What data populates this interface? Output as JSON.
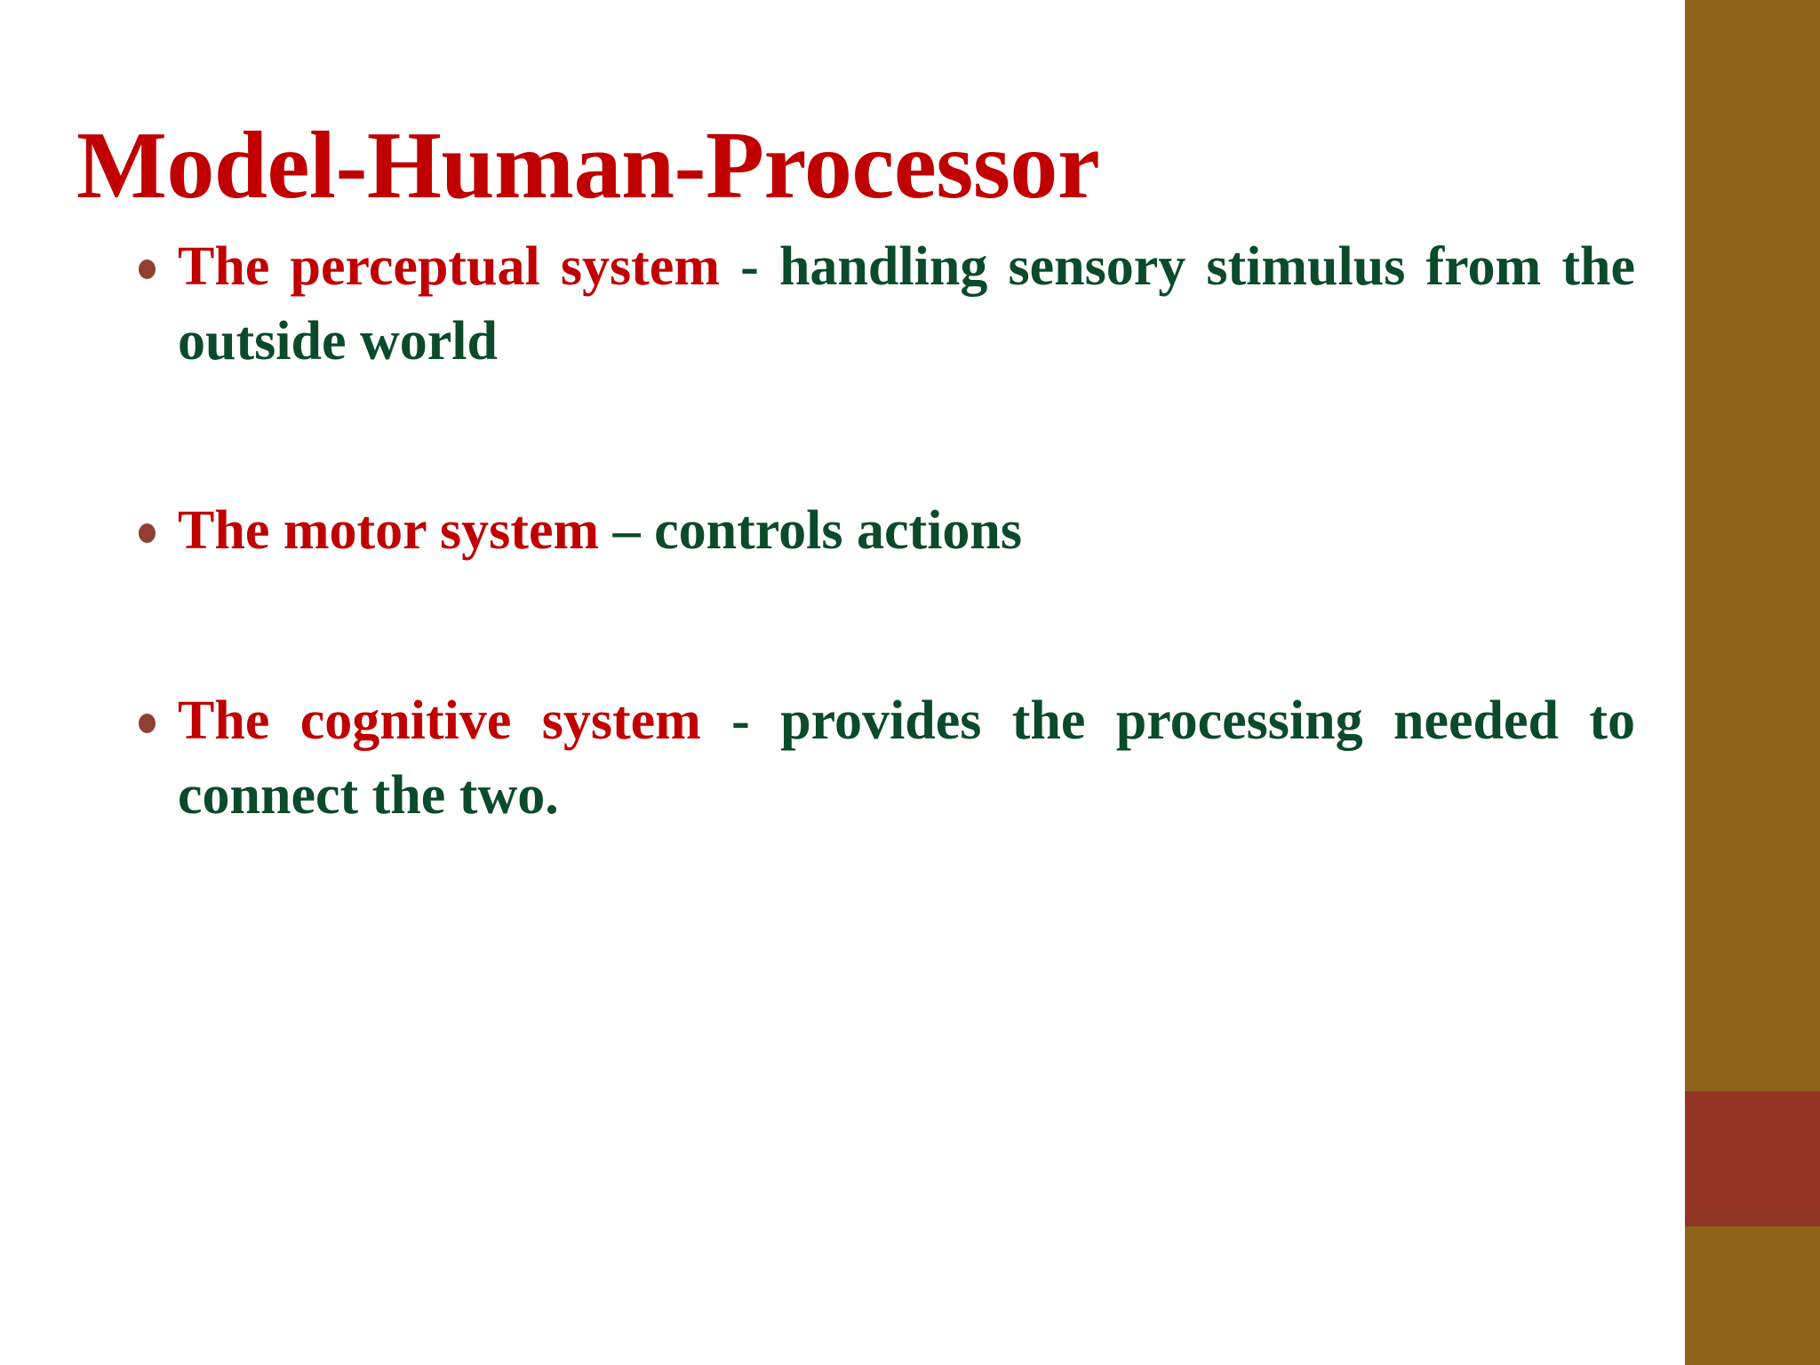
{
  "slide": {
    "title": "Model-Human-Processor",
    "background_color": "#FFFFFF",
    "accent_red": "#C00000",
    "accent_green": "#0B4A2A",
    "bullet_marker_color": "#8F4030",
    "sidebar_color": "#8C6318",
    "sidebar_accent_color": "#923524"
  },
  "bullets": [
    {
      "highlight": "The perceptual system",
      "rest": " -  handling sensory stimulus from the outside world"
    },
    {
      "highlight": "The motor system",
      "rest": " – controls  actions"
    },
    {
      "highlight": "The cognitive system",
      "rest": " -  provides the processing needed to connect the two."
    }
  ]
}
